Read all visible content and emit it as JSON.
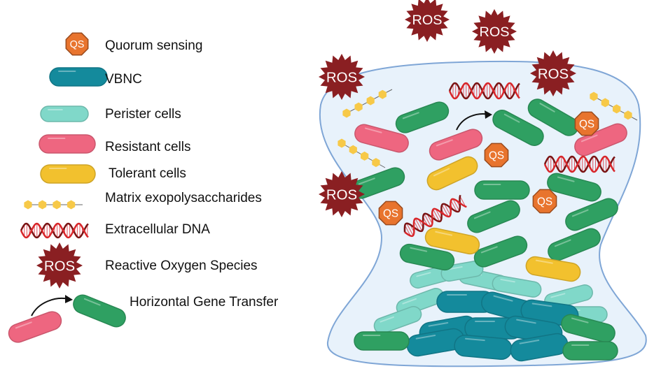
{
  "legend": {
    "quorum_sensing": "Quorum sensing",
    "vbnc": "VBNC",
    "persister": "Perister cells",
    "resistant": "Resistant cells",
    "tolerant": "Tolerant cells",
    "matrix": "Matrix exopolysaccharides",
    "edna": "Extracellular DNA",
    "ros": "Reactive Oxygen Species",
    "hgt": "Horizontal Gene Transfer"
  },
  "badges": {
    "ros": "ROS",
    "qs": "QS"
  },
  "colors": {
    "green": "#2fa062",
    "vbnc": "#148a9c",
    "persister": "#80d8c9",
    "resistant": "#ee6680",
    "tolerant": "#f2c12e",
    "ros": "#8a1f22",
    "qs": "#e8742e",
    "matrix_bg": "#e8f2fb",
    "matrix_border": "#7fa6d6"
  }
}
